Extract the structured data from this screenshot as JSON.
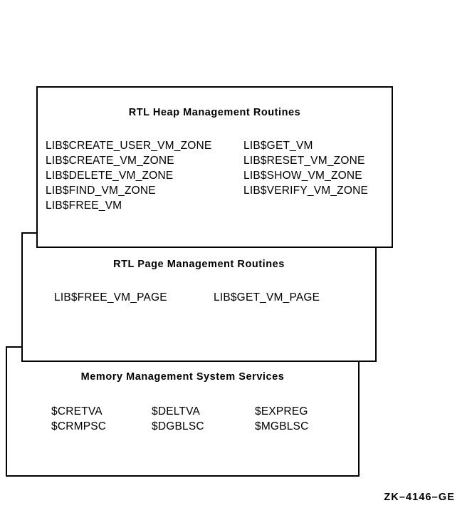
{
  "figure": {
    "caption": "ZK–4146–GE",
    "background_color": "#ffffff",
    "line_color": "#000000"
  },
  "boxes": [
    {
      "id": "heap",
      "title": "RTL Heap Management Routines",
      "columns": [
        {
          "items": [
            "LIB$CREATE_USER_VM_ZONE",
            "LIB$CREATE_VM_ZONE",
            "LIB$DELETE_VM_ZONE",
            "LIB$FIND_VM_ZONE",
            "LIB$FREE_VM"
          ]
        },
        {
          "items": [
            "LIB$GET_VM",
            "LIB$RESET_VM_ZONE",
            "LIB$SHOW_VM_ZONE",
            "LIB$VERIFY_VM_ZONE"
          ]
        }
      ]
    },
    {
      "id": "page",
      "title": "RTL Page Management Routines",
      "columns": [
        {
          "items": [
            "LIB$FREE_VM_PAGE"
          ]
        },
        {
          "items": [
            "LIB$GET_VM_PAGE"
          ]
        }
      ]
    },
    {
      "id": "sys",
      "title": "Memory Management System Services",
      "columns": [
        {
          "items": [
            "$CRETVA",
            "$CRMPSC"
          ]
        },
        {
          "items": [
            "$DELTVA",
            "$DGBLSC"
          ]
        },
        {
          "items": [
            "$EXPREG",
            "$MGBLSC"
          ]
        }
      ]
    }
  ]
}
